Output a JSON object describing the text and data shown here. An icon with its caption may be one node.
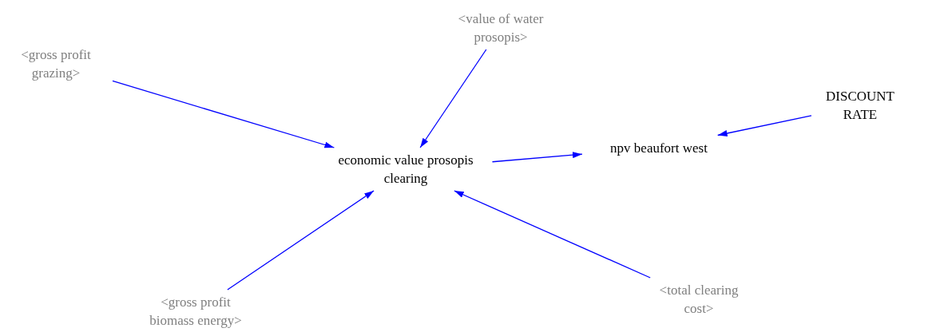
{
  "diagram": {
    "nodes": [
      {
        "text": [
          "<gross profit grazing>"
        ]
      },
      {
        "text": [
          "<value of water prosopis>"
        ]
      },
      {
        "text": [
          "economic value prosopis clearing"
        ]
      },
      {
        "text": [
          "npv beaufort west"
        ]
      },
      {
        "text": [
          "DISCOUNT RATE"
        ]
      },
      {
        "text": [
          "<gross profit biomass energy>"
        ]
      },
      {
        "text": [
          "<total clearing cost>"
        ]
      }
    ],
    "edges": [
      {
        "from": 0,
        "to": 2,
        "arrow": "to"
      },
      {
        "from": 1,
        "to": 2,
        "arrow": "to"
      },
      {
        "from": 5,
        "to": 2,
        "arrow": "to"
      },
      {
        "from": 6,
        "to": 2,
        "arrow": "to"
      },
      {
        "from": 2,
        "to": 3,
        "arrow": "to"
      },
      {
        "from": 4,
        "to": 3,
        "arrow": "to"
      }
    ]
  }
}
